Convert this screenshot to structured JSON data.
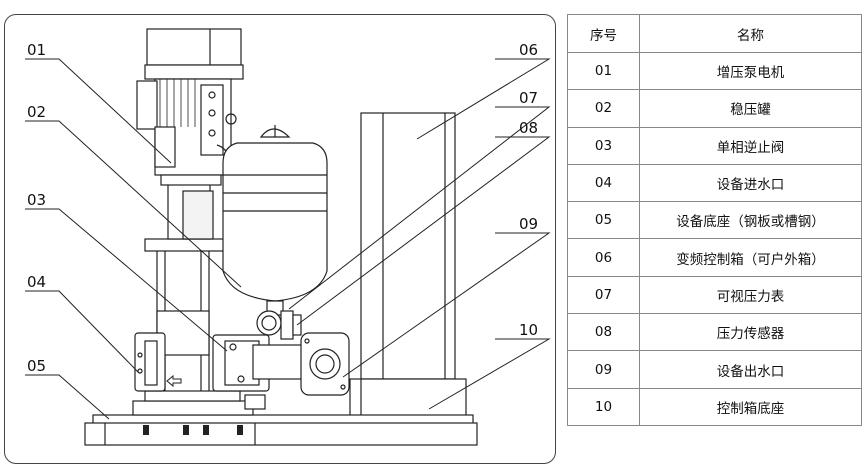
{
  "diagram": {
    "callouts": [
      "01",
      "02",
      "03",
      "04",
      "05",
      "06",
      "07",
      "08",
      "09",
      "10"
    ]
  },
  "table": {
    "headers": [
      "序号",
      "名称"
    ],
    "rows": [
      [
        "01",
        "增压泵电机"
      ],
      [
        "02",
        "稳压罐"
      ],
      [
        "03",
        "单相逆止阀"
      ],
      [
        "04",
        "设备进水口"
      ],
      [
        "05",
        "设备底座（钢板或槽钢）"
      ],
      [
        "06",
        "变频控制箱（可户外箱）"
      ],
      [
        "07",
        "可视压力表"
      ],
      [
        "08",
        "压力传感器"
      ],
      [
        "09",
        "设备出水口"
      ],
      [
        "10",
        "控制箱底座"
      ]
    ]
  }
}
